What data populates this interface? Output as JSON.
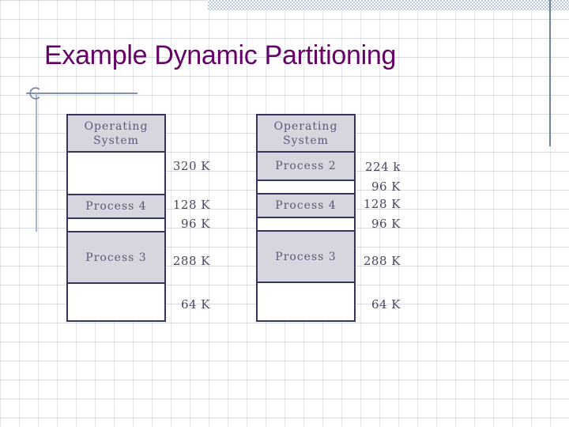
{
  "slide": {
    "title": "Example Dynamic Partitioning",
    "background": "grid-paper",
    "accent_colors": {
      "title_text": "#640066",
      "box_border": "#35355e",
      "box_fill": "#d6d6de",
      "box_text": "#5a5a7c",
      "size_label_text": "#474760",
      "ornament_line": "#8492b8",
      "top_band": "#b9c7df"
    }
  },
  "diagrams": [
    {
      "name": "memory-map-before",
      "segments": [
        {
          "label": "Operating System",
          "type": "os",
          "size_label": ""
        },
        {
          "label": "",
          "type": "free",
          "size_label": "320 K"
        },
        {
          "label": "Process 4",
          "type": "process",
          "size_label": "128 K"
        },
        {
          "label": "",
          "type": "free",
          "size_label": "96 K"
        },
        {
          "label": "Process 3",
          "type": "process",
          "size_label": "288 K"
        },
        {
          "label": "",
          "type": "free",
          "size_label": "64 K"
        }
      ]
    },
    {
      "name": "memory-map-after",
      "segments": [
        {
          "label": "Operating System",
          "type": "os",
          "size_label": ""
        },
        {
          "label": "Process 2",
          "type": "process",
          "size_label": "224 k"
        },
        {
          "label": "",
          "type": "free",
          "size_label": "96 K"
        },
        {
          "label": "Process 4",
          "type": "process",
          "size_label": "128 K"
        },
        {
          "label": "",
          "type": "free",
          "size_label": "96 K"
        },
        {
          "label": "Process 3",
          "type": "process",
          "size_label": "288 K"
        },
        {
          "label": "",
          "type": "free",
          "size_label": "64 K"
        }
      ]
    }
  ]
}
